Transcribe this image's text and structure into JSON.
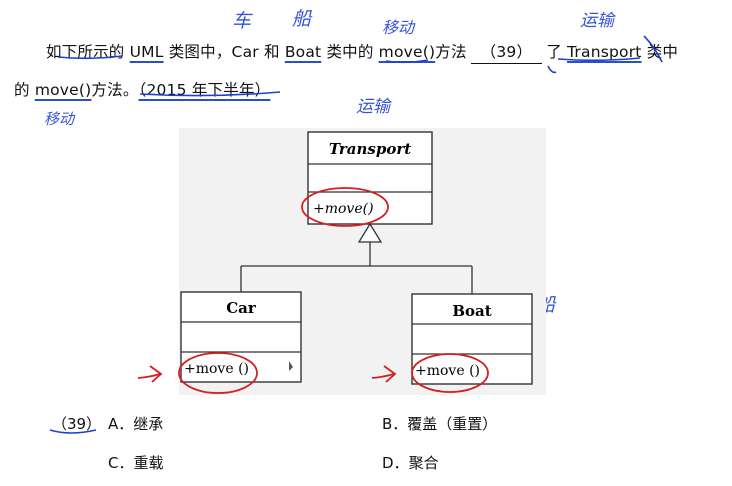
{
  "question": {
    "line1": {
      "p1": "如下所示的 ",
      "uml": "UML",
      "p2": " 类图中，",
      "car": "Car",
      "p3": " 和 ",
      "boat": "Boat",
      "p4": " 类中的 ",
      "move": "move()",
      "p5": "方法",
      "blank": "（39）",
      "p6": "了 ",
      "transport": "Transport",
      "p7": " 类中"
    },
    "line2": {
      "p1": "的 ",
      "move": "move()",
      "p2": "方法。",
      "source": "（2015 年下半年）"
    }
  },
  "diagram": {
    "transport": {
      "name": "Transport",
      "method": "+move()"
    },
    "car": {
      "name": "Car",
      "method": "+move ()"
    },
    "boat": {
      "name": "Boat",
      "method": "+move ()"
    }
  },
  "options": {
    "number": "（39）",
    "A": {
      "letter": "A．",
      "text": "继承"
    },
    "B": {
      "letter": "B．",
      "text": "覆盖（重置）"
    },
    "C": {
      "letter": "C．",
      "text": "重载"
    },
    "D": {
      "letter": "D．",
      "text": "聚合"
    }
  },
  "handwriting": {
    "car_note": "车",
    "boat_note": "船",
    "move_note": "移动",
    "transport_note": "运输"
  },
  "colors": {
    "ink": "#1f3fd6",
    "annotation_red": "#d42020"
  }
}
